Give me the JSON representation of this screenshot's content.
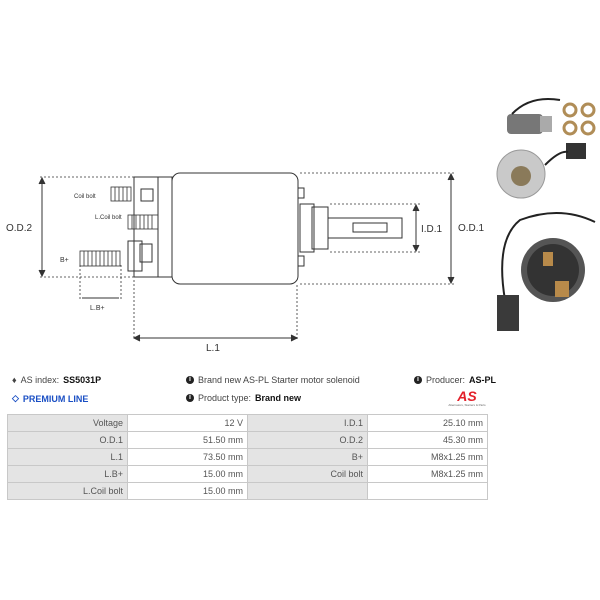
{
  "diagram": {
    "labels": {
      "od2": "O.D.2",
      "od1": "O.D.1",
      "id1": "I.D.1",
      "l1": "L.1",
      "lb": "L.B+",
      "bplus": "B+",
      "coil_bolt": "Coil bolt",
      "lcoil": "L.Coil bolt"
    }
  },
  "info": {
    "as_index_label": "AS index:",
    "as_index": "SS5031P",
    "premium": "PREMIUM LINE",
    "description": "Brand new AS-PL Starter motor solenoid",
    "product_type_label": "Product type:",
    "product_type": "Brand new",
    "producer_label": "Producer:",
    "producer": "AS-PL",
    "logo_text": "AS",
    "logo_tagline": "Alternators, Starters & Parts"
  },
  "colors": {
    "premium": "#1a4fc4",
    "logo": "#e3202a"
  },
  "specs": [
    [
      "Voltage",
      "12 V",
      "I.D.1",
      "25.10 mm"
    ],
    [
      "O.D.1",
      "51.50 mm",
      "O.D.2",
      "45.30 mm"
    ],
    [
      "L.1",
      "73.50 mm",
      "B+",
      "M8x1.25 mm"
    ],
    [
      "L.B+",
      "15.00 mm",
      "Coil bolt",
      "M8x1.25 mm"
    ],
    [
      "L.Coil bolt",
      "15.00 mm",
      "",
      ""
    ]
  ]
}
